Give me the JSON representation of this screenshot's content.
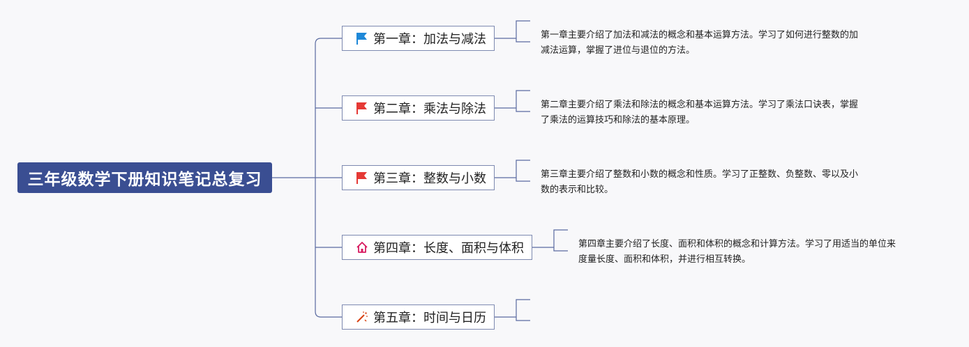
{
  "root": {
    "title": "三年级数学下册知识笔记总复习"
  },
  "chapters": [
    {
      "label": "第一章：加法与减法",
      "icon": "blue-flag-icon",
      "icon_color": "#1e88d8",
      "summary": [
        "第一章主要介绍了加法和减法的概念和基本运算方法。学习了如何进行整数的加",
        "减法运算，掌握了进位与退位的方法。"
      ]
    },
    {
      "label": "第二章：乘法与除法",
      "icon": "red-flag-icon",
      "icon_color": "#e53935",
      "summary": [
        "第二章主要介绍了乘法和除法的概念和基本运算方法。学习了乘法口诀表，掌握",
        "了乘法的运算技巧和除法的基本原理。"
      ]
    },
    {
      "label": "第三章：整数与小数",
      "icon": "red-flag-icon",
      "icon_color": "#e53935",
      "summary": [
        "第三章主要介绍了整数和小数的概念和性质。学习了正整数、负整数、零以及小",
        "数的表示和比较。"
      ]
    },
    {
      "label": "第四章：长度、面积与体积",
      "icon": "house-icon",
      "icon_color": "#d81b60",
      "summary": [
        "第四章主要介绍了长度、面积和体积的概念和计算方法。学习了用适当的单位来",
        "度量长度、面积和体积，并进行相互转换。"
      ]
    },
    {
      "label": "第五章：时间与日历",
      "icon": "magic-wand-icon",
      "icon_color": "#d84315",
      "summary": [
        "",
        ""
      ]
    }
  ],
  "colors": {
    "root_bg": "#3a4e92",
    "connector": "#5a6aa0",
    "node_border": "#7d89b0"
  }
}
